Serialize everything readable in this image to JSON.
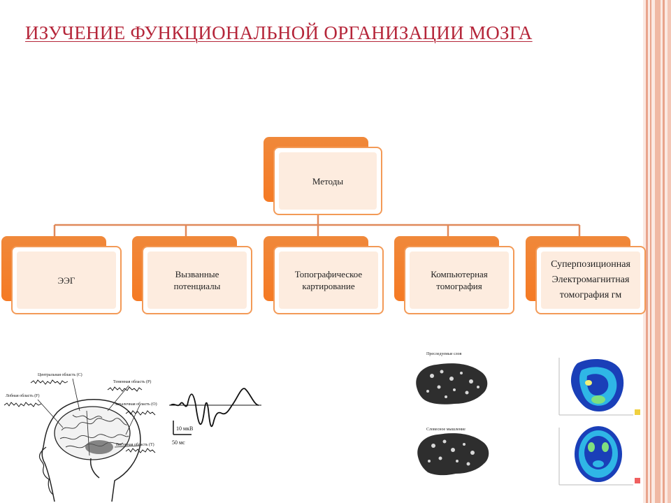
{
  "title": "ИЗУЧЕНИЕ ФУНКЦИОНАЛЬНОЙ ОРГАНИЗАЦИИ МОЗГА",
  "diagram": {
    "root": "Методы",
    "children": [
      "ЭЭГ",
      "Вызванные\nпотенциалы",
      "Топографическое\nкартирование",
      "Компьютерная\nтомография",
      "Суперпозиционная\nЭлектромагнитная\nтомография  гм"
    ]
  },
  "eeg_figure": {
    "labels": [
      "Центральная область (С)",
      "Теменная область (Р)",
      "Лобная область (F)",
      "Затылочная область (О)",
      "Височная область (Т)"
    ]
  },
  "ep_figure": {
    "amplitude": "10 мкВ",
    "time": "50 мс"
  },
  "ct_figure": {
    "top_caption": "Преследуемые слов",
    "bottom_caption": "Словесное мышление"
  },
  "colors": {
    "accent": "#f57a24",
    "title": "#b5263a",
    "stripe": "#e9a48c"
  }
}
